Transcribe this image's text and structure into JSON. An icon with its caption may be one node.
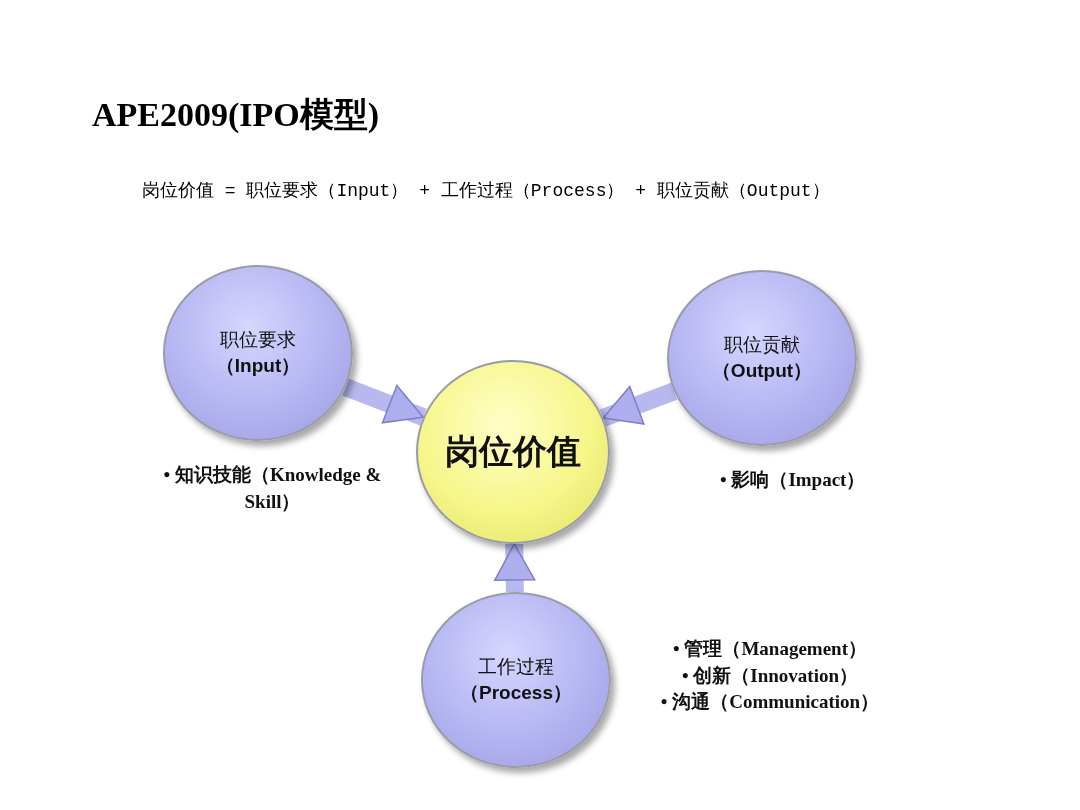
{
  "diagram": {
    "title": "APE2009(IPO模型)",
    "nodes": [
      {
        "text": [
          "职位要求",
          "（Input）"
        ]
      },
      {
        "text": [
          "职位贡献",
          "（Output）"
        ],
        "beside": [
          "• 影响（Impact）"
        ]
      },
      {
        "text": [
          "岗位价值"
        ]
      },
      {
        "text": [
          "工作过程",
          "（Process）"
        ],
        "beside": [
          "• 管理（Management）",
          "• 创新（Innovation）",
          "• 沟通（Communication）"
        ]
      }
    ],
    "edges": [
      {
        "from": 0,
        "to": 2,
        "arrow": "to"
      },
      {
        "from": 1,
        "to": 2,
        "arrow": "to"
      },
      {
        "from": 3,
        "to": 2,
        "arrow": "to"
      }
    ],
    "labels": [
      "岗位价值 = 职位要求（Input） + 工作过程（Process） + 职位贡献（Output）",
      "• 知识技能（Knowledge & Skill）"
    ]
  }
}
